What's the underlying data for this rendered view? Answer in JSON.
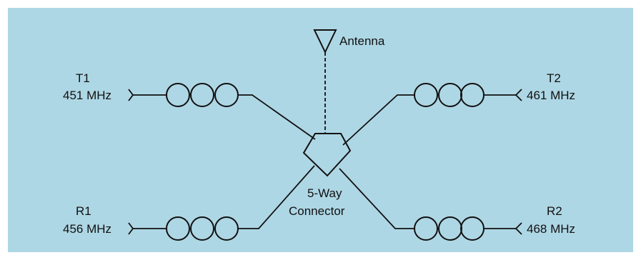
{
  "diagram": {
    "antenna_label": "Antenna",
    "connector_label_line1": "5-Way",
    "connector_label_line2": "Connector",
    "ports": {
      "t1": {
        "name": "T1",
        "freq": "451 MHz"
      },
      "t2": {
        "name": "T2",
        "freq": "461 MHz"
      },
      "r1": {
        "name": "R1",
        "freq": "456 MHz"
      },
      "r2": {
        "name": "R2",
        "freq": "468 MHz"
      }
    }
  }
}
